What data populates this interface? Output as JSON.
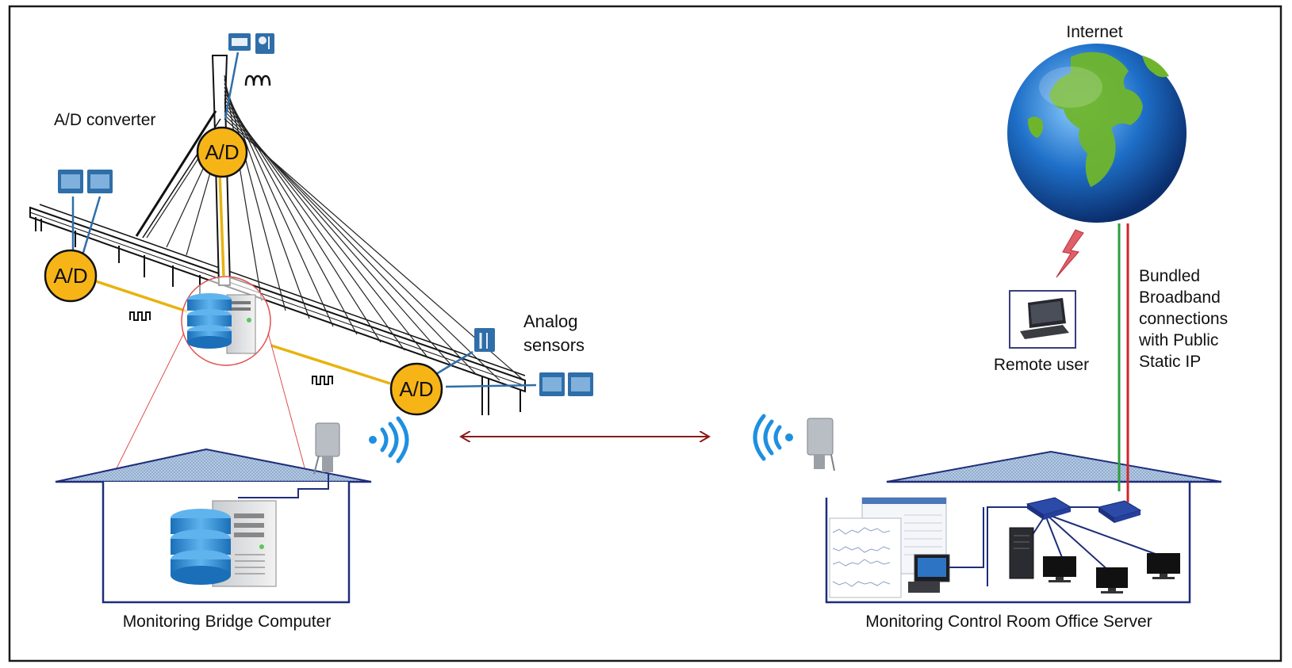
{
  "labels": {
    "ad_converter": "A/D converter",
    "ad_badge": "A/D",
    "analog_sensors_line1": "Analog",
    "analog_sensors_line2": "sensors",
    "internet": "Internet",
    "remote_user": "Remote user",
    "bundled_lines": [
      "Bundled",
      "Broadband",
      "connections",
      "with Public",
      "Static IP"
    ],
    "bridge_computer": "Monitoring Bridge Computer",
    "control_room": "Monitoring Control Room Office Server"
  },
  "colors": {
    "frame": "#1a1a1a",
    "ad_fill": "#f6b417",
    "signal_line": "#e8b30f",
    "house_line": "#1f2d7a",
    "roof_fill": "#a9c0dc",
    "wifi_blue": "#1f8fe0",
    "link_arrow": "#8b1a1a",
    "globe_ocean": "#1e6fc8",
    "globe_land": "#6fb52c",
    "green_line": "#2e9e3c",
    "red_line": "#d2232a",
    "lightning": "#e0606a"
  },
  "icons": [
    "bridge-structure",
    "ad-converter-badge",
    "sensor-icon",
    "database-server-icon",
    "wifi-antenna-icon",
    "wifi-waves-icon",
    "globe-icon",
    "laptop-icon",
    "lightning-icon",
    "router-icon",
    "monitor-icon",
    "tower-pc-icon",
    "dashboard-screenshot"
  ]
}
